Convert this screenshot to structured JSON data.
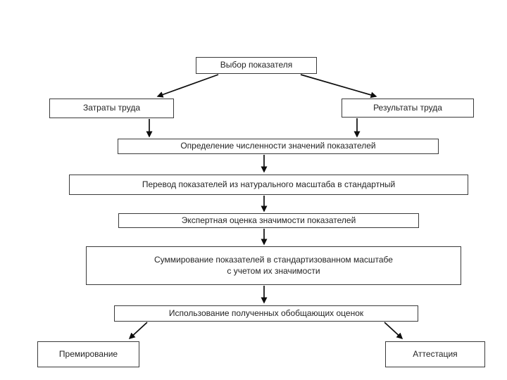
{
  "diagram": {
    "type": "flowchart",
    "language": "ru",
    "colors": {
      "background": "#ffffff",
      "box_fill": "#ffffff",
      "box_border": "#3a3a3a",
      "text": "#232323",
      "arrow": "#0d0d0d"
    },
    "nodes": [
      {
        "id": "vybor",
        "label": "Выбор показателя"
      },
      {
        "id": "zatraty",
        "label": "Затраты труда"
      },
      {
        "id": "rezultaty",
        "label": "Результаты труда"
      },
      {
        "id": "opredelenie",
        "label": "Определение численности значений показателей"
      },
      {
        "id": "perevod",
        "label": "Перевод показателей из натурального масштаба в стандартный"
      },
      {
        "id": "ekspertnaya",
        "label": "Экспертная оценка значимости показателей"
      },
      {
        "id": "summirovanie",
        "label": "Суммирование показателей в стандартизованном масштабе\nс учетом их значимости"
      },
      {
        "id": "ispolzovanie",
        "label": "Использование полученных обобщающих оценок"
      },
      {
        "id": "premirovanie",
        "label": "Премирование"
      },
      {
        "id": "attestatsiya",
        "label": "Аттестация"
      }
    ],
    "edges": [
      {
        "from": "vybor",
        "to": "zatraty"
      },
      {
        "from": "vybor",
        "to": "rezultaty"
      },
      {
        "from": "zatraty",
        "to": "opredelenie"
      },
      {
        "from": "rezultaty",
        "to": "opredelenie"
      },
      {
        "from": "opredelenie",
        "to": "perevod"
      },
      {
        "from": "perevod",
        "to": "ekspertnaya"
      },
      {
        "from": "ekspertnaya",
        "to": "summirovanie"
      },
      {
        "from": "summirovanie",
        "to": "ispolzovanie"
      },
      {
        "from": "ispolzovanie",
        "to": "premirovanie"
      },
      {
        "from": "ispolzovanie",
        "to": "attestatsiya"
      }
    ]
  }
}
